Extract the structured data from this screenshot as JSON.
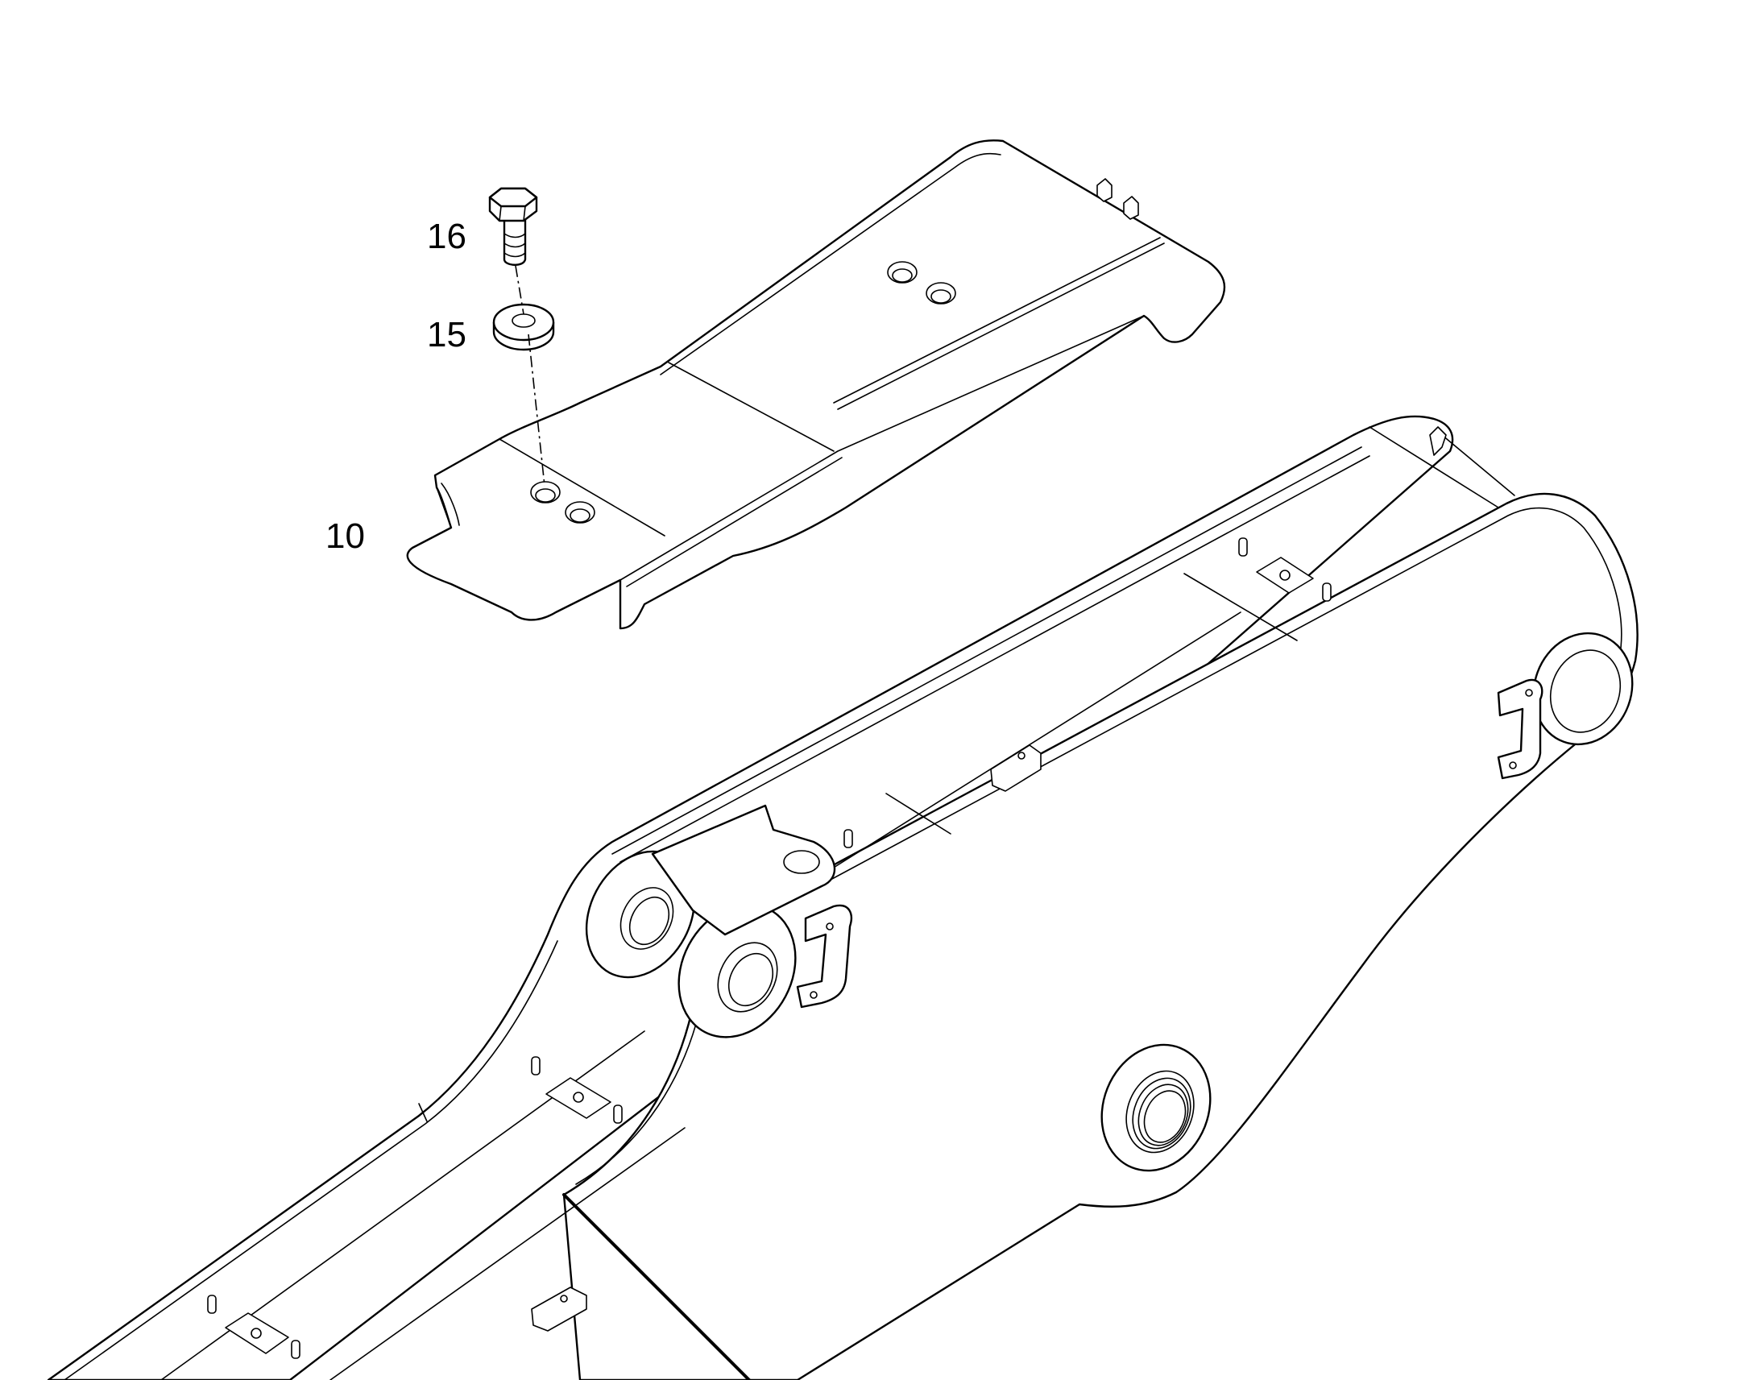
{
  "diagram": {
    "callouts": [
      {
        "id": "callout-16",
        "label": "16"
      },
      {
        "id": "callout-15",
        "label": "15"
      },
      {
        "id": "callout-10",
        "label": "10"
      }
    ]
  }
}
